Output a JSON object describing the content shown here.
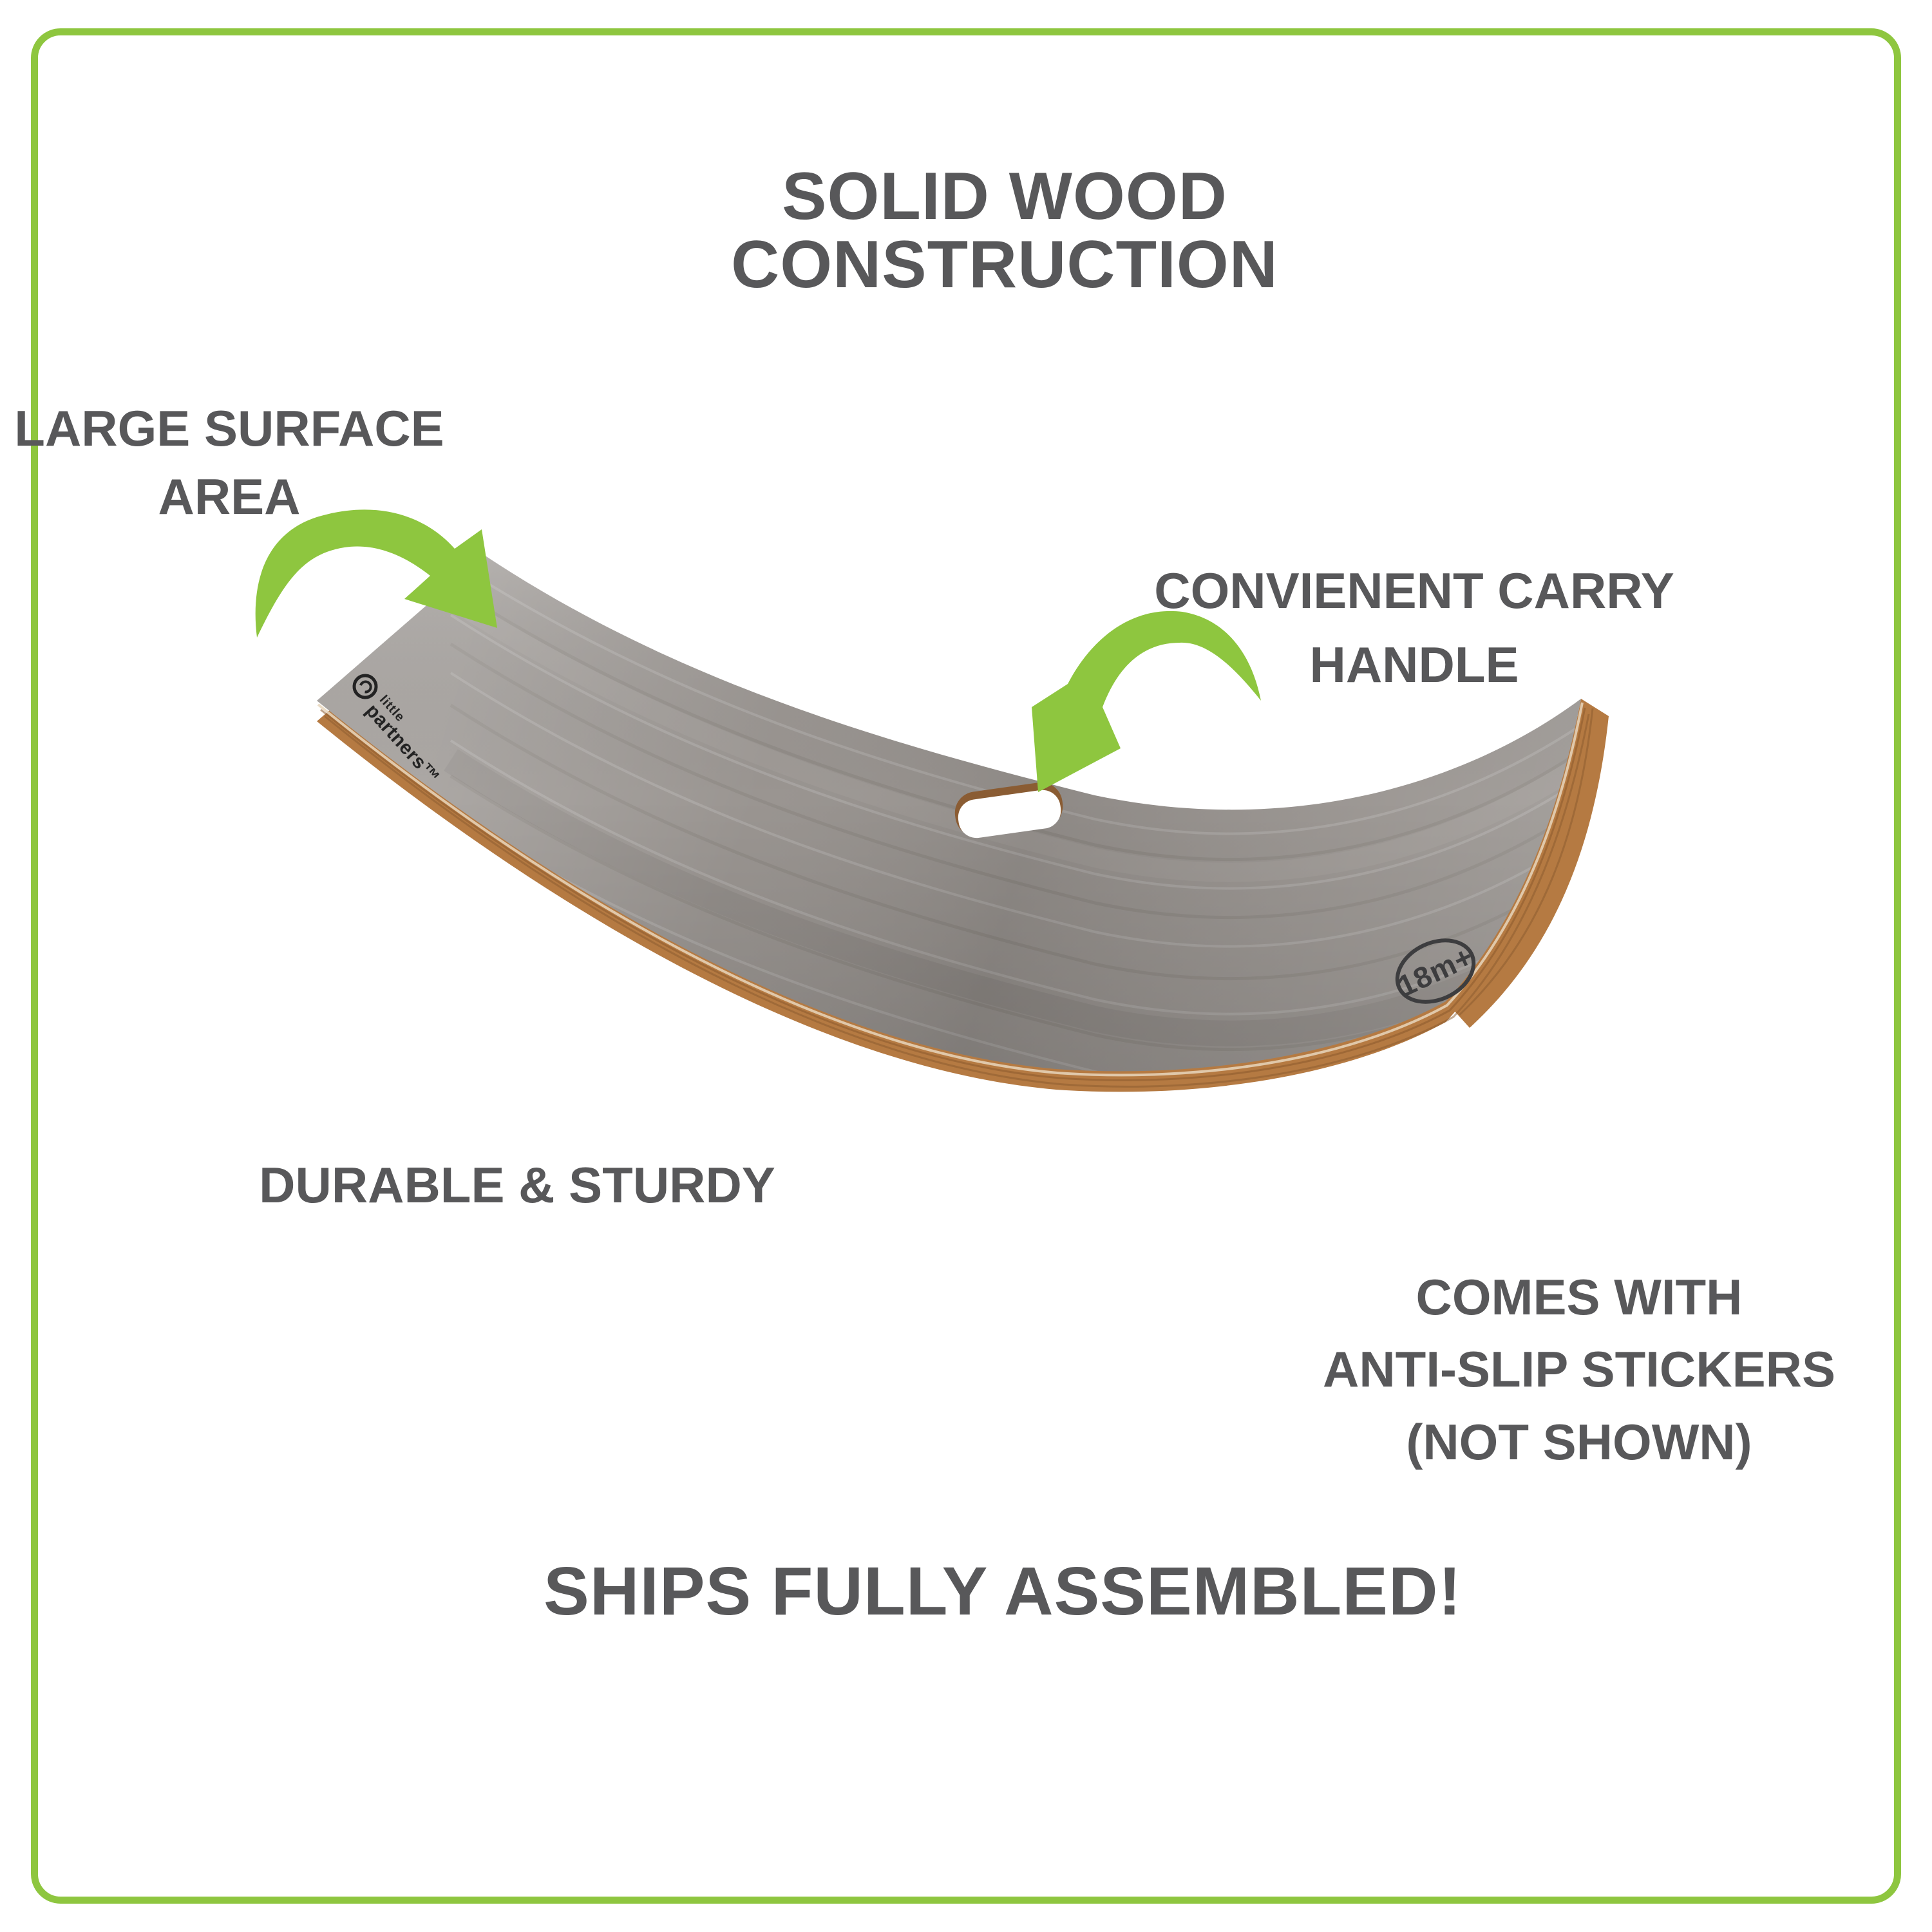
{
  "colors": {
    "accent-green": "#8ec63f",
    "text-gray": "#58585a",
    "board-gray": "#97928e",
    "wood-tan": "#b57a42",
    "wood-tan-dark": "#8a5a2e",
    "wood-cream": "#e7d6bc",
    "logo-ink": "#232323",
    "badge-ink": "#3d3d3f"
  },
  "title": {
    "line1": "SOLID WOOD",
    "line2": "CONSTRUCTION"
  },
  "callouts": {
    "surface": {
      "line1": "LARGE SURFACE",
      "line2": "AREA"
    },
    "handle": {
      "line1": "CONVIENENT CARRY",
      "line2": "HANDLE"
    },
    "durable": {
      "text": "DURABLE & STURDY"
    },
    "stickers": {
      "line1": "COMES WITH",
      "line2": "ANTI-SLIP STICKERS",
      "line3": "(NOT SHOWN)"
    },
    "assembled": {
      "text": "SHIPS FULLY ASSEMBLED!"
    }
  },
  "board": {
    "brand_line1": "little",
    "brand_line2": "partners™",
    "age_badge": "18m+"
  }
}
